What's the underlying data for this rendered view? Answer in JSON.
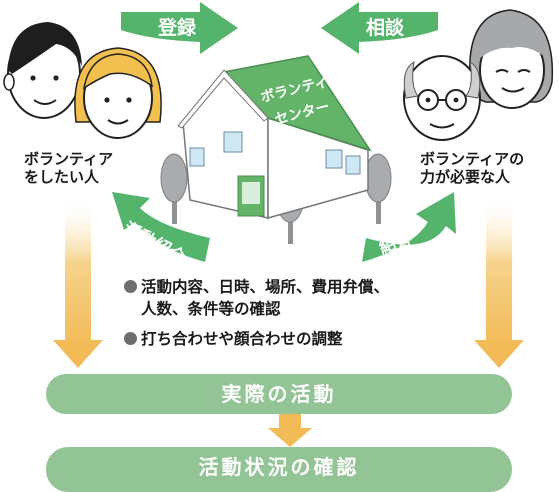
{
  "arrows": {
    "register": "登録",
    "consult": "相談",
    "activity_intro": "活動紹介",
    "intro": "紹介"
  },
  "house": {
    "roof_line1": "ボランティア",
    "roof_line2": "センター"
  },
  "left": {
    "line1": "ボランティア",
    "line2": "をしたい人"
  },
  "right": {
    "line1": "ボランティアの",
    "line2": "力が必要な人"
  },
  "bullets": [
    {
      "line1": "活動内容、日時、場所、費用弁償、",
      "line2": "人数、条件等の確認"
    },
    {
      "line1": "打ち合わせや顔合わせの調整"
    }
  ],
  "bars": {
    "actual": "実際の活動",
    "confirm": "活動状況の確認"
  },
  "colors": {
    "green": "#54b46c",
    "light_green": "#93c496",
    "orange": "#f2be5c",
    "roof": "#63b468",
    "tree": "#9ea2a5"
  }
}
